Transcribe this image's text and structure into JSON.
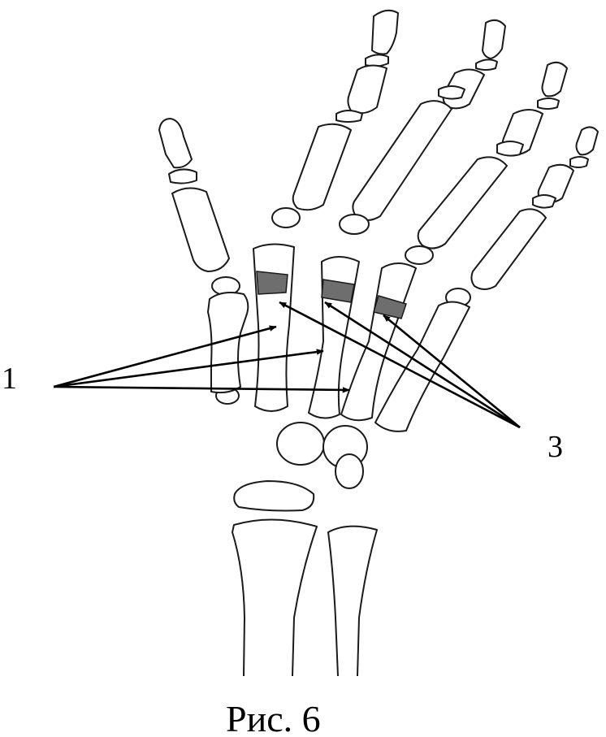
{
  "figure": {
    "caption": "Рис. 6",
    "labels": {
      "left": "1",
      "right": "3"
    },
    "colors": {
      "outline": "#1a1a1a",
      "shade": "#6e6e6e",
      "arrow": "#000000",
      "background": "#ffffff"
    }
  }
}
